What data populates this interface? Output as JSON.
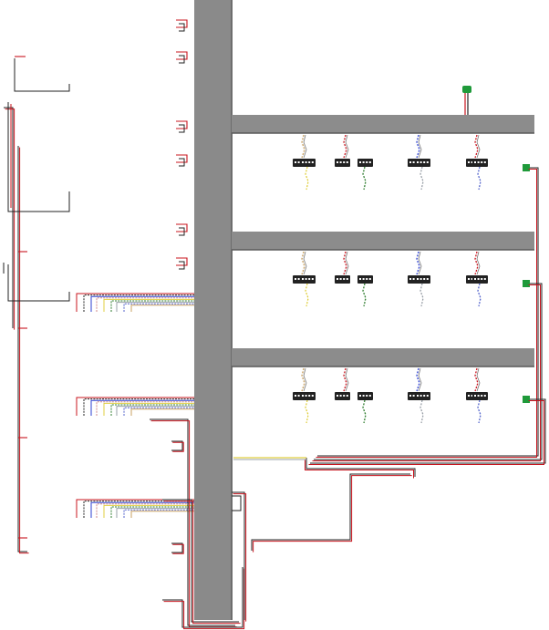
{
  "diagram": {
    "colors": {
      "trunk": "#8a8a8a",
      "trunk_edge": "#6e6e6e",
      "shelf": "#8c8c8c",
      "wire_red": "#c8141e",
      "wire_dark": "#222222",
      "wire_yellow": "#e0cf40",
      "wire_blue": "#2b3fd0",
      "wire_green": "#2f7d2f",
      "wire_tan": "#c8a060",
      "terminal_green": "#1f9a3a",
      "connector": "#222222"
    },
    "icons": {
      "connector": "terminal-block-icon",
      "green_terminal": "green-terminal-icon",
      "led": "led-icon"
    },
    "shelves": [
      {
        "id": "shelf-top",
        "top_connectors": 4,
        "bottom_connectors": 4
      },
      {
        "id": "shelf-middle",
        "top_connectors": 4,
        "bottom_connectors": 4
      },
      {
        "id": "shelf-bottom",
        "top_connectors": 4,
        "bottom_connectors": 4
      }
    ],
    "wire_bundles": 3
  }
}
